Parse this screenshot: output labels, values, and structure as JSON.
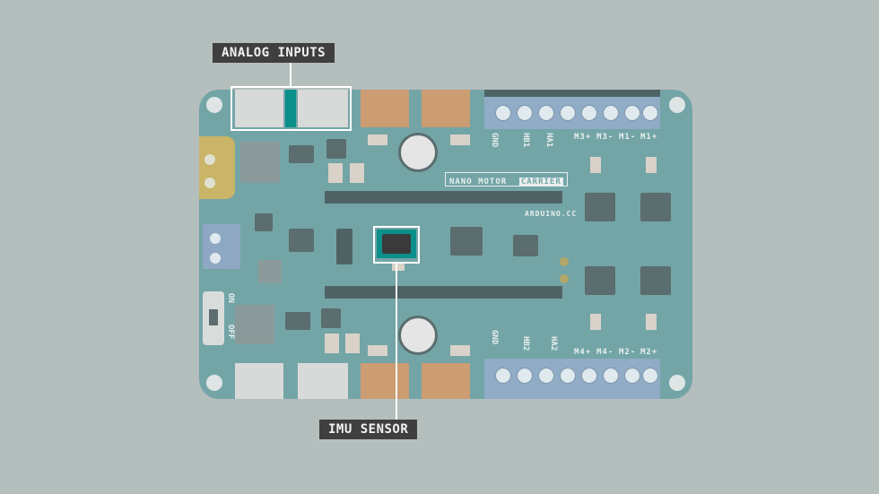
{
  "callouts": {
    "analog_inputs": "ANALOG INPUTS",
    "imu_sensor": "IMU SENSOR"
  },
  "silkscreen": {
    "board_name_left": "NANO MOTOR",
    "board_name_right": "CARRIER",
    "website": "ARDUINO.CC",
    "top_terminal_labels": [
      "GND",
      "HB1",
      "HA1",
      "M3+",
      "M3-",
      "M1-",
      "M1+"
    ],
    "bottom_terminal_labels": [
      "GND",
      "HB2",
      "HA2",
      "M4+",
      "M4-",
      "M2-",
      "M2+"
    ],
    "switch_on": "ON",
    "switch_off": "OFF"
  },
  "colors": {
    "background": "#b4bebd",
    "board": "#73a5a7",
    "callout_bg": "#3f3f3f",
    "highlight": "#ffffff",
    "accent_teal": "#0b8f8a"
  }
}
